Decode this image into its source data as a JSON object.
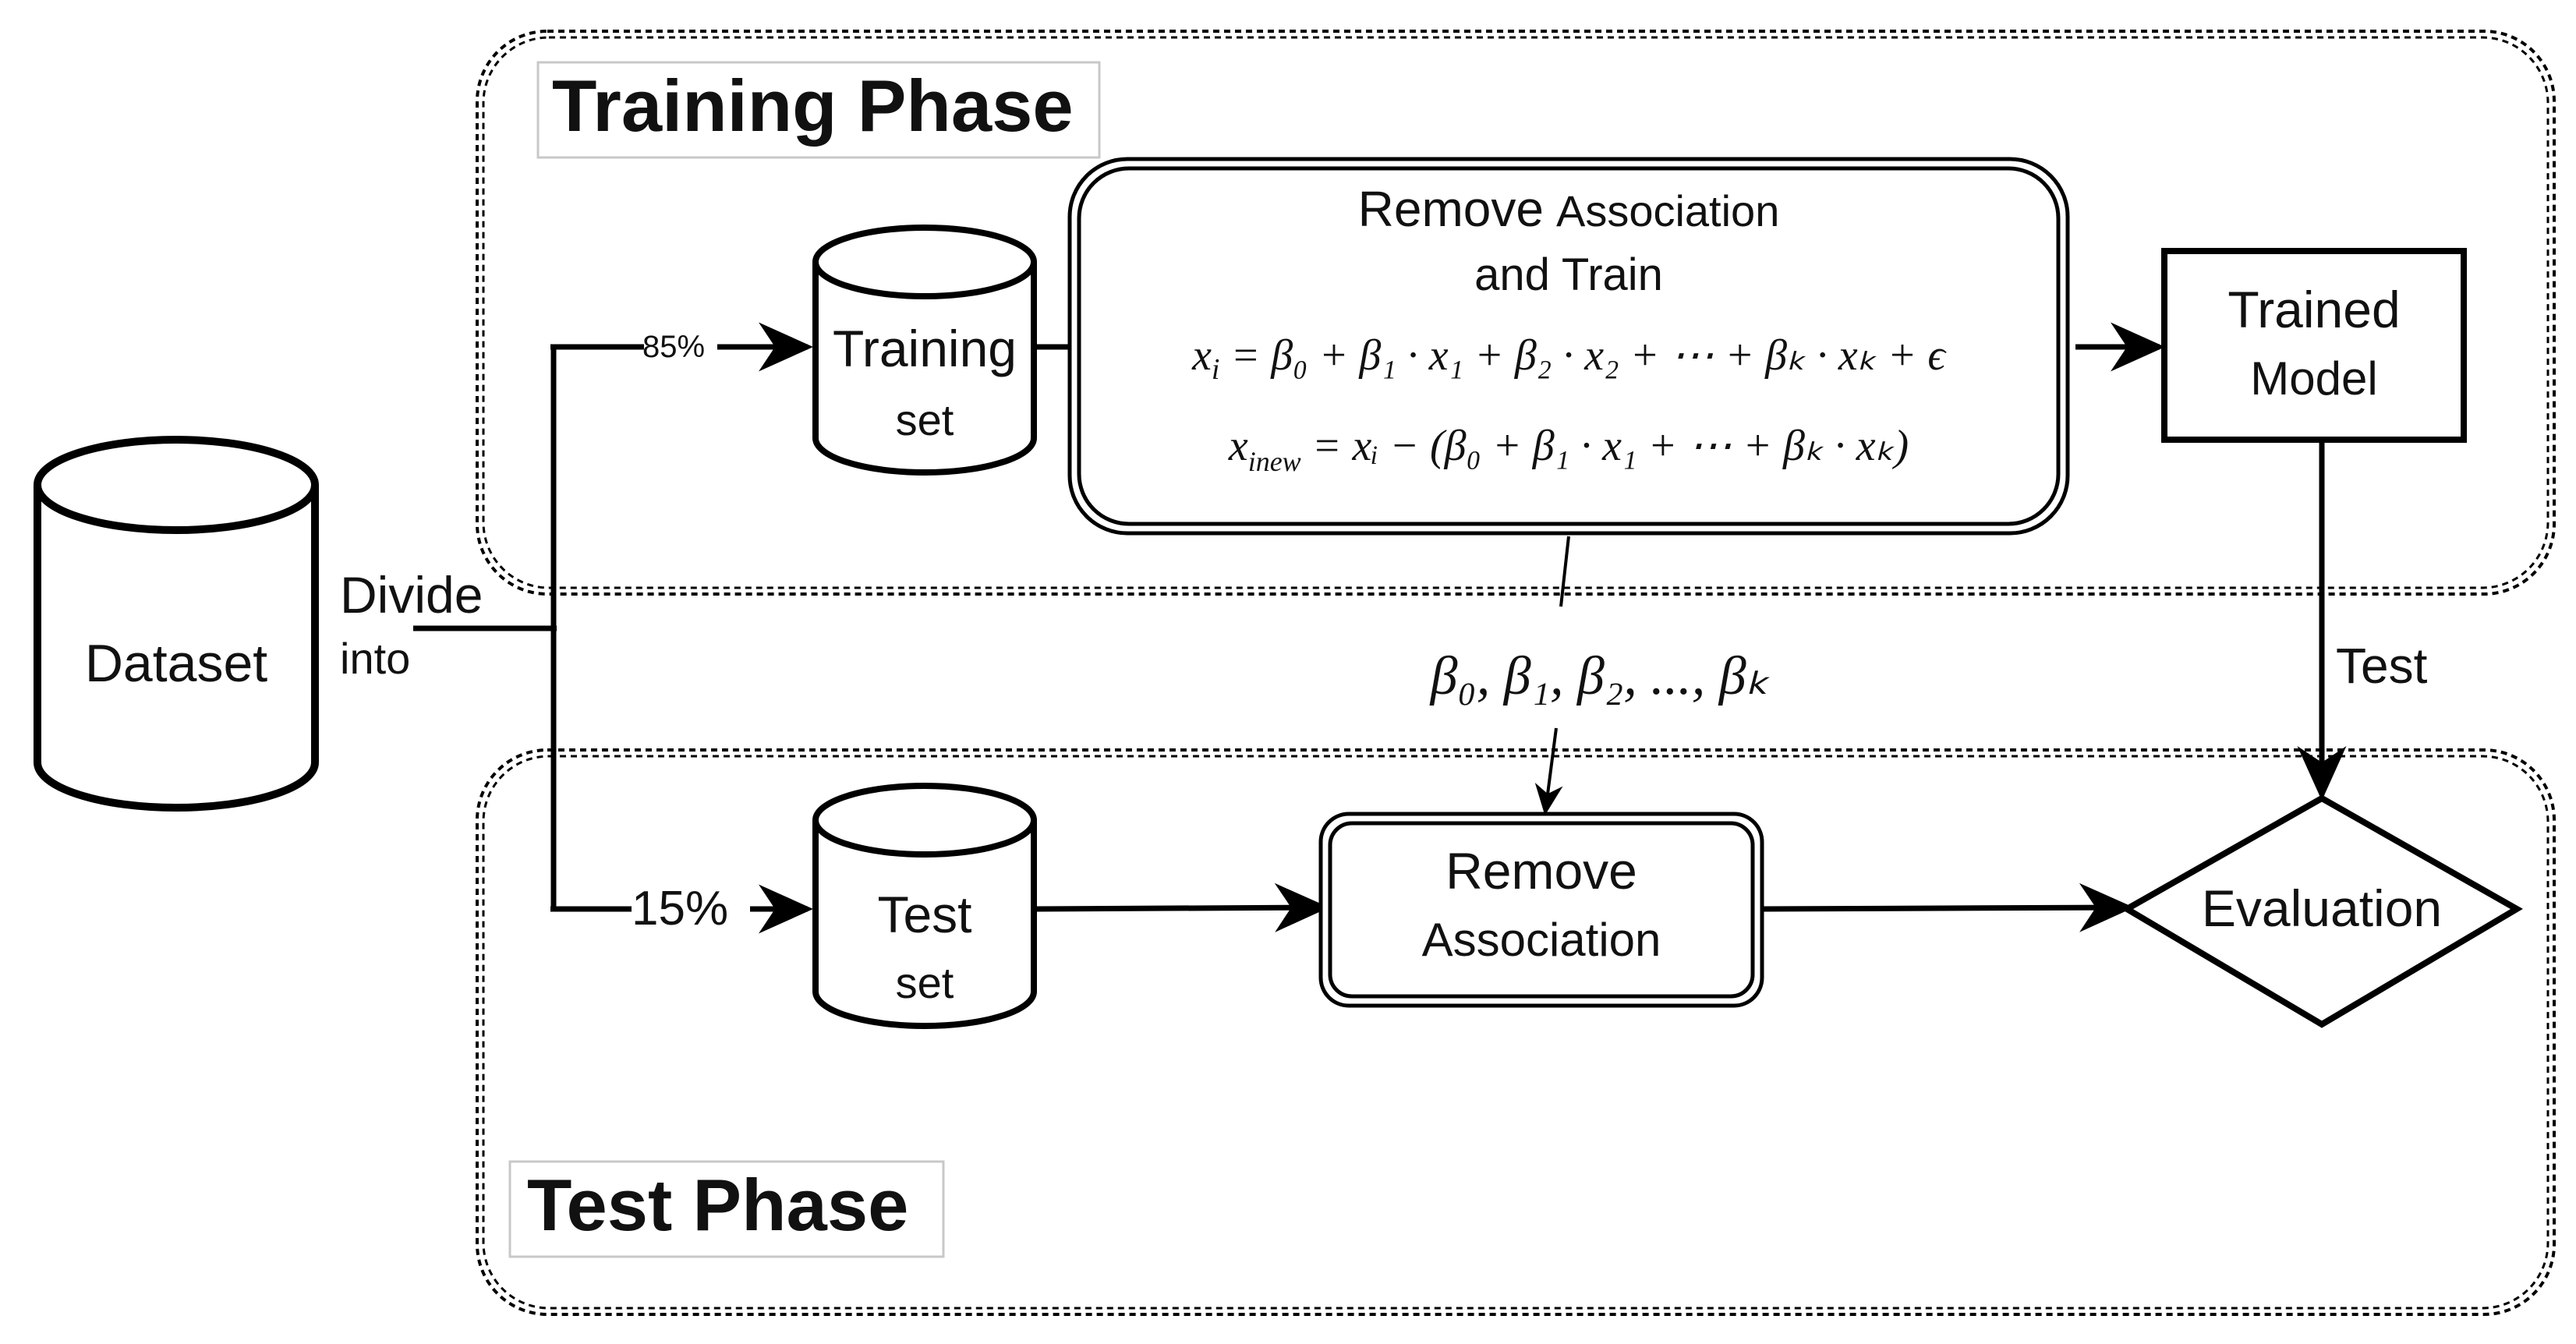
{
  "phases": {
    "training": {
      "title": "Training Phase"
    },
    "test": {
      "title": "Test Phase"
    }
  },
  "nodes": {
    "dataset": {
      "label": "Dataset"
    },
    "divide": {
      "line1": "Divide",
      "line2": "into"
    },
    "training_set": {
      "line1": "Training",
      "line2": "set"
    },
    "test_set": {
      "line1": "Test",
      "line2": "set"
    },
    "remove_train": {
      "line1_a": "Remove",
      "line1_b": "Association",
      "line2": "and Train"
    },
    "trained_model": {
      "line1": "Trained",
      "line2": "Model"
    },
    "remove_assoc": {
      "line1": "Remove",
      "line2": "Association"
    },
    "evaluation": {
      "label": "Evaluation"
    }
  },
  "edges": {
    "split_train_pct": "85%",
    "split_test_pct": "15%",
    "test_label": "Test"
  },
  "math": {
    "eq1": {
      "lhs": "x",
      "lhs_sub": "i",
      "rest": " = β₀ + β₁ · x₁ + β₂ · x₂ + ⋯ + βₖ · xₖ + ϵ"
    },
    "eq2": {
      "lhs": "x",
      "lhs_sub": "inew",
      "rest": " = xᵢ − (β₀ + β₁ · x₁ + ⋯ + βₖ · xₖ)"
    },
    "coefficients": "β₀, β₁, β₂, ..., βₖ"
  }
}
